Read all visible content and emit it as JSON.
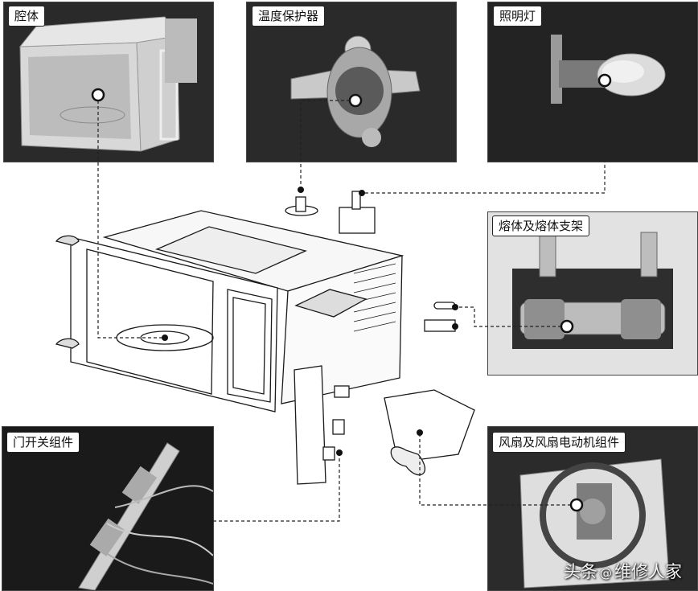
{
  "labels": {
    "cavity": "腔体",
    "thermal_protector": "温度保护器",
    "lamp": "照明灯",
    "fuse": "熔体及熔体支架",
    "door_switch": "门开关组件",
    "fan": "风扇及风扇电动机组件"
  },
  "watermark": {
    "platform": "头条",
    "account": "维修人家"
  },
  "colors": {
    "photo_bg": "#1e1e1e",
    "line": "#222222",
    "marker_fill": "#ffffff",
    "marker_ring": "#111111"
  }
}
